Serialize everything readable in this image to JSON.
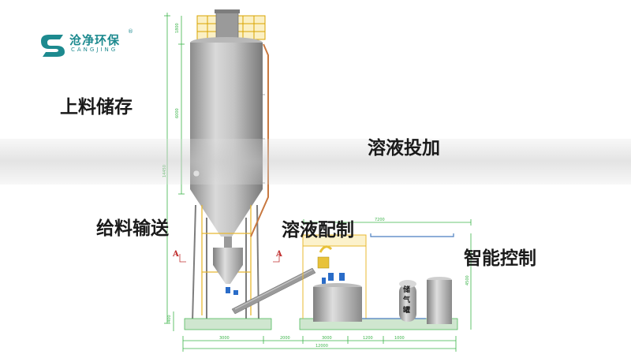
{
  "brand": {
    "name_cn": "沧净环保",
    "name_en": "CANGJING",
    "registered": "®"
  },
  "labels": {
    "storage": "上料储存",
    "dosing": "溶液投加",
    "feeding": "给料输送",
    "preparation": "溶液配制",
    "control": "智能控制"
  },
  "tank_label": "储气罐",
  "section_marks": [
    "A",
    "A"
  ],
  "colors": {
    "brand": "#1d8a8f",
    "dimension_lines": "#3cb44a",
    "platform": "#e8c23a",
    "pipe": "#c87840",
    "vessel": "#b0b0b0"
  }
}
